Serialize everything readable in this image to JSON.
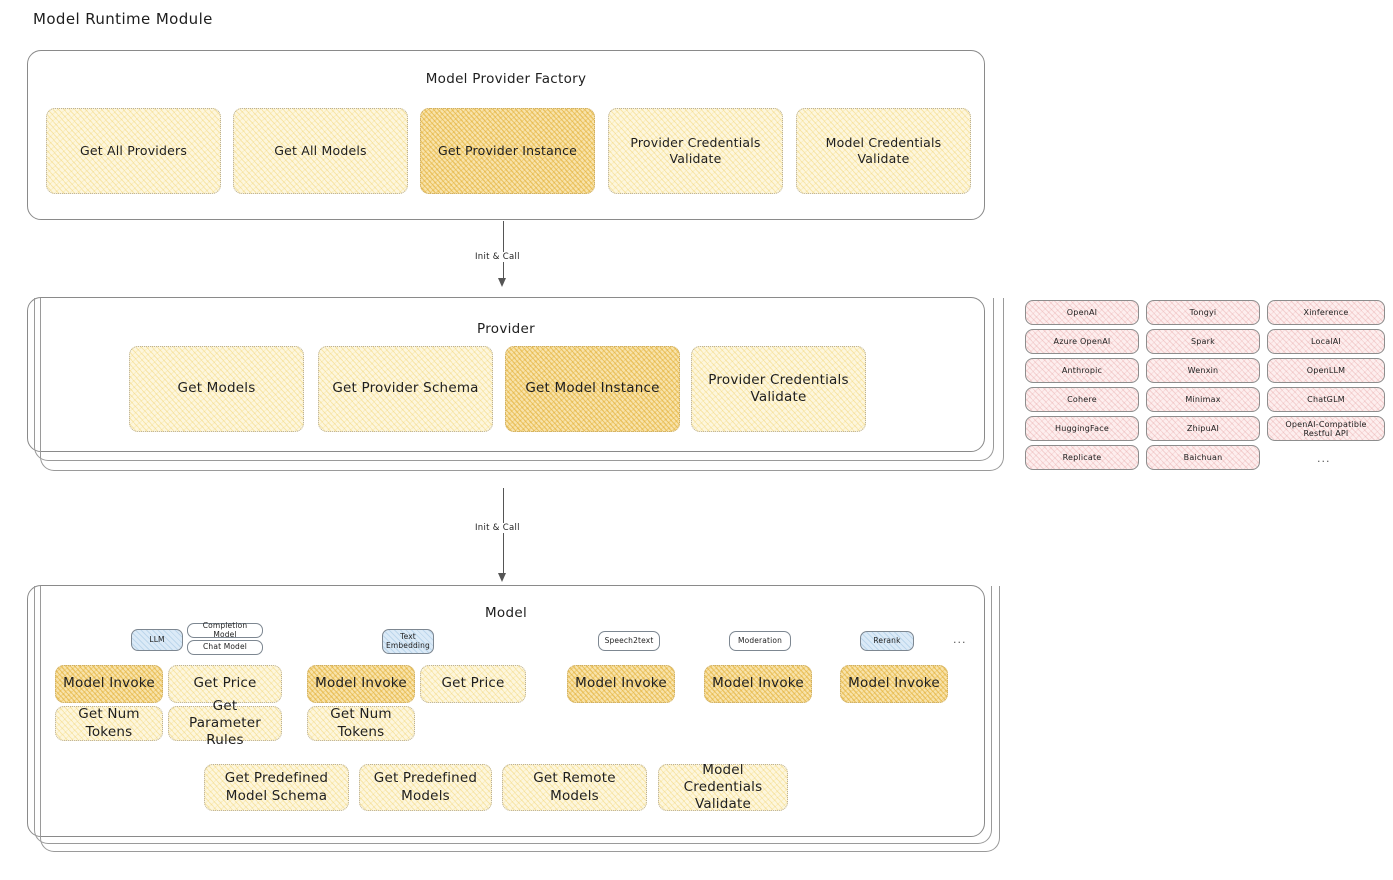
{
  "page": {
    "title": "Model Runtime Module"
  },
  "factory": {
    "title": "Model Provider Factory",
    "nodes": [
      {
        "label": "Get All Providers",
        "emphasis": "light"
      },
      {
        "label": "Get All Models",
        "emphasis": "light"
      },
      {
        "label": "Get Provider Instance",
        "emphasis": "strong"
      },
      {
        "label": "Provider Credentials Validate",
        "emphasis": "light"
      },
      {
        "label": "Model Credentials Validate",
        "emphasis": "light"
      }
    ]
  },
  "arrows": [
    {
      "label": "Init & Call"
    },
    {
      "label": "Init & Call"
    }
  ],
  "provider": {
    "title": "Provider",
    "nodes": [
      {
        "label": "Get Models",
        "emphasis": "light"
      },
      {
        "label": "Get Provider Schema",
        "emphasis": "light"
      },
      {
        "label": "Get Model Instance",
        "emphasis": "strong"
      },
      {
        "label": "Provider Credentials Validate",
        "emphasis": "light"
      }
    ]
  },
  "provider_list": {
    "columns": [
      {
        "items": [
          "OpenAI",
          "Azure OpenAI",
          "Anthropic",
          "Cohere",
          "HuggingFace",
          "Replicate"
        ]
      },
      {
        "items": [
          "Tongyi",
          "Spark",
          "Wenxin",
          "Minimax",
          "ZhipuAI",
          "Baichuan"
        ]
      },
      {
        "items": [
          "Xinference",
          "LocalAI",
          "OpenLLM",
          "ChatGLM",
          "OpenAI-Compatible Restful API"
        ]
      }
    ],
    "more": "..."
  },
  "model": {
    "title": "Model",
    "more": "...",
    "types": [
      {
        "chip": "LLM",
        "chip_style": "blue",
        "sub_chips": [
          "Completion Model",
          "Chat Model"
        ],
        "methods": [
          {
            "label": "Model Invoke",
            "emphasis": "strong"
          },
          {
            "label": "Get Price",
            "emphasis": "light"
          },
          {
            "label": "Get Num Tokens",
            "emphasis": "light"
          },
          {
            "label": "Get Parameter Rules",
            "emphasis": "light"
          }
        ]
      },
      {
        "chip": "Text Embedding",
        "chip_style": "blue",
        "sub_chips": [],
        "methods": [
          {
            "label": "Model Invoke",
            "emphasis": "strong"
          },
          {
            "label": "Get Price",
            "emphasis": "light"
          },
          {
            "label": "Get Num Tokens",
            "emphasis": "light"
          }
        ]
      },
      {
        "chip": "Speech2text",
        "chip_style": "white",
        "sub_chips": [],
        "methods": [
          {
            "label": "Model Invoke",
            "emphasis": "strong"
          }
        ]
      },
      {
        "chip": "Moderation",
        "chip_style": "white",
        "sub_chips": [],
        "methods": [
          {
            "label": "Model Invoke",
            "emphasis": "strong"
          }
        ]
      },
      {
        "chip": "Rerank",
        "chip_style": "blue",
        "sub_chips": [],
        "methods": [
          {
            "label": "Model Invoke",
            "emphasis": "strong"
          }
        ]
      }
    ],
    "shared_methods": [
      {
        "label": "Get Predefined Model Schema",
        "emphasis": "light"
      },
      {
        "label": "Get Predefined Models",
        "emphasis": "light"
      },
      {
        "label": "Get Remote Models",
        "emphasis": "light"
      },
      {
        "label": "Model Credentials Validate",
        "emphasis": "light"
      }
    ]
  },
  "colors": {
    "node_light_fill": "#fdf6dd",
    "node_strong_fill": "#f8e3ab",
    "pill_fill": "#fdeeee",
    "chip_blue_fill": "#dbeaf7",
    "stroke": "#8a8a8a",
    "text": "#1e1e1e"
  }
}
